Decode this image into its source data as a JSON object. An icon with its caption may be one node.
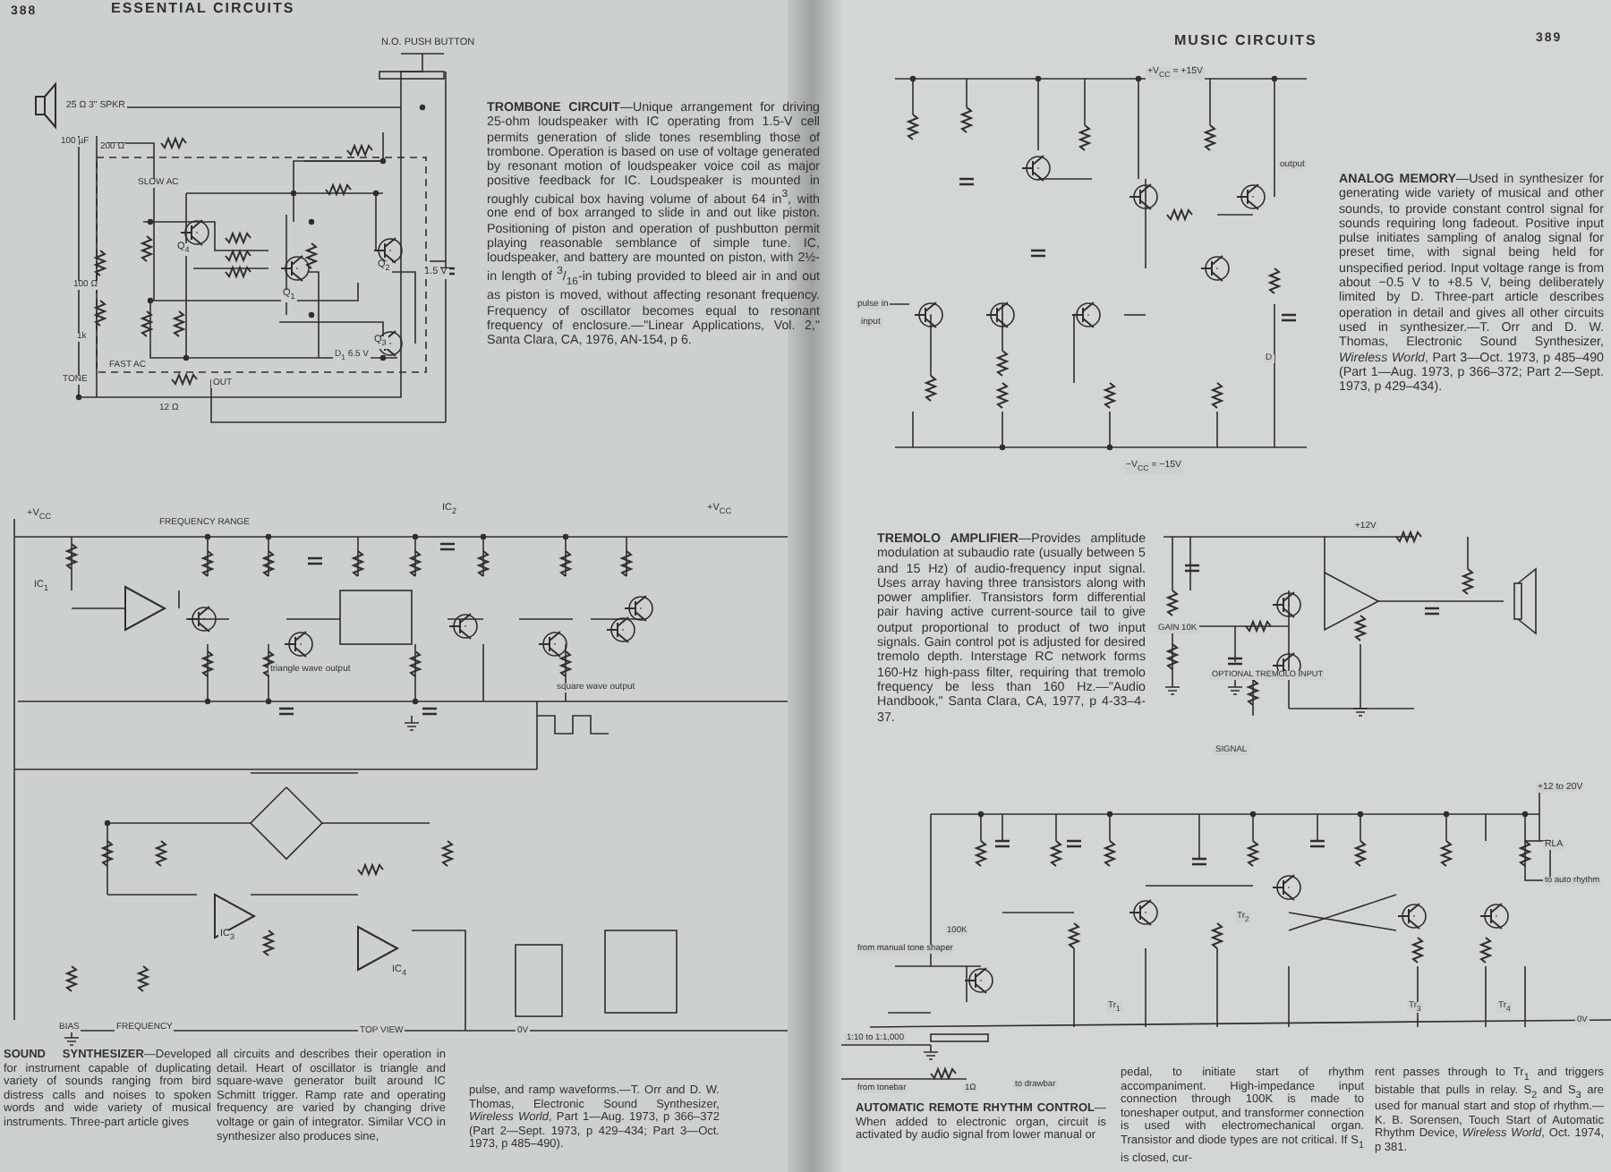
{
  "diagram": {
    "labels": [
      "388",
      "ESSENTIAL CIRCUITS",
      "MUSIC CIRCUITS",
      "389",
      "**TROMBONE CIRCUIT**—Unique arrangement for driving 25-ohm loudspeaker with IC operating from 1.5-V cell permits generation of slide tones resembling those of trombone. Operation is based on use of voltage generated by resonant motion of loudspeaker voice coil as major positive feedback for IC. Loudspeaker is mounted in roughly cubical box having volume of about 64 in$^{3}$, with one end of box arranged to slide in and out like piston. Positioning of piston and operation of pushbutton permit playing reasonable semblance of simple tune. IC, loudspeaker, and battery are mounted on piston, with 2½-in length of $^{3}$/$_{16}$-in tubing provided to bleed air in and out as piston is moved, without affecting resonant frequency. Frequency of oscillator becomes equal to resonant frequency of enclosure.—\"Linear Applications, Vol. 2,\" Santa Clara, CA, 1976, AN-154, p 6.",
      "**ANALOG MEMORY**—Used in synthesizer for generating wide variety of musical and other sounds, to provide constant control signal for sounds requiring long fadeout. Positive input pulse initiates sampling of analog signal for preset time, with signal being held for unspecified period. Input voltage range is from about −0.5 V to +8.5 V, being deliberately limited by D. Three-part article describes operation in detail and gives all other circuits used in synthesizer.—T. Orr and D. W. Thomas, Electronic Sound Synthesizer, *Wireless World*, Part 3—Oct. 1973, p 485–490 (Part 1—Aug. 1973, p 366–372; Part 2—Sept. 1973, p 429–434).",
      "**TREMOLO AMPLIFIER**—Provides amplitude modulation at subaudio rate (usually between 5 and 15 Hz) of audio-frequency input signal. Uses array having three transistors along with power amplifier. Transistors form differential pair having active current-source tail to give output proportional to product of two input signals. Gain control pot is adjusted for desired tremolo depth. Interstage RC network forms 160-Hz high-pass filter, requiring that tremolo frequency be less than 160 Hz.—\"Audio Handbook,\" Santa Clara, CA, 1977, p 4-33–4-37.",
      "**SOUND SYNTHESIZER**—Developed for instrument capable of duplicating variety of sounds ranging from bird distress calls and noises to spoken words and wide variety of musical instruments. Three-part article gives",
      "all circuits and describes their operation in detail. Heart of oscillator is triangle and square-wave generator built around IC Schmitt trigger. Ramp rate and operating frequency are varied by changing drive voltage or gain of integrator. Similar VCO in synthesizer also produces sine,",
      "pulse, and ramp waveforms.—T. Orr and D. W. Thomas, Electronic Sound Synthesizer, *Wireless World*, Part 1—Aug. 1973, p 366–372 (Part 2—Sept. 1973, p 429–434; Part 3—Oct. 1973, p 485–490).",
      "**AUTOMATIC REMOTE RHYTHM CONTROL**—When added to electronic organ, circuit is activated by audio signal from lower manual or",
      "pedal, to initiate start of rhythm accompaniment. High-impedance input connection through 100K is made to toneshaper output, and transformer connection is used with electromechanical organ. Transistor and diode types are not critical. If S$_{1}$ is closed, cur-",
      "rent passes through to Tr$_{1}$ and triggers bistable that pulls in relay. S$_{2}$ and S$_{3}$ are used for manual start and stop of rhythm.—K. B. Sorensen, Touch Start of Automatic Rhythm Device, *Wireless World*, Oct. 1974, p 381.",
      "N.O. PUSH BUTTON",
      "25 Ω 3\" SPKR",
      "100 µF",
      "200 Ω",
      "SLOW AC",
      "Q$_{4}$",
      "Q$_{1}$",
      "Q$_{2}$",
      "100 Ω",
      "1.5 V",
      "1k",
      "D$_{1}$ 6.5 V",
      "Q$_{3}$",
      "TONE",
      "FAST AC",
      "OUT",
      "12 Ω",
      "+V$_{CC}$",
      "FREQUENCY RANGE",
      "IC$_{1}$",
      "IC$_{2}$",
      "+V$_{CC}$",
      "triangle wave output",
      "square wave output",
      "IC$_{3}$",
      "IC$_{4}$",
      "BIAS",
      "FREQUENCY",
      "TOP VIEW",
      "0V",
      "+V$_{CC}$ = +15V",
      "pulse in",
      "input",
      "output",
      "D",
      "−V$_{CC}$ = −15V",
      "+12V",
      "GAIN 10K",
      "OPTIONAL TREMOLO INPUT",
      "SIGNAL",
      "+12 to 20V",
      "RLA",
      "to auto rhythm",
      "from manual tone shaper",
      "100K",
      "Tr$_{1}$",
      "Tr$_{2}$",
      "Tr$_{3}$",
      "Tr$_{4}$",
      "0V",
      "1:10 to 1:1,000",
      "from tonebar",
      "1Ω",
      "to drawbar"
    ]
  }
}
